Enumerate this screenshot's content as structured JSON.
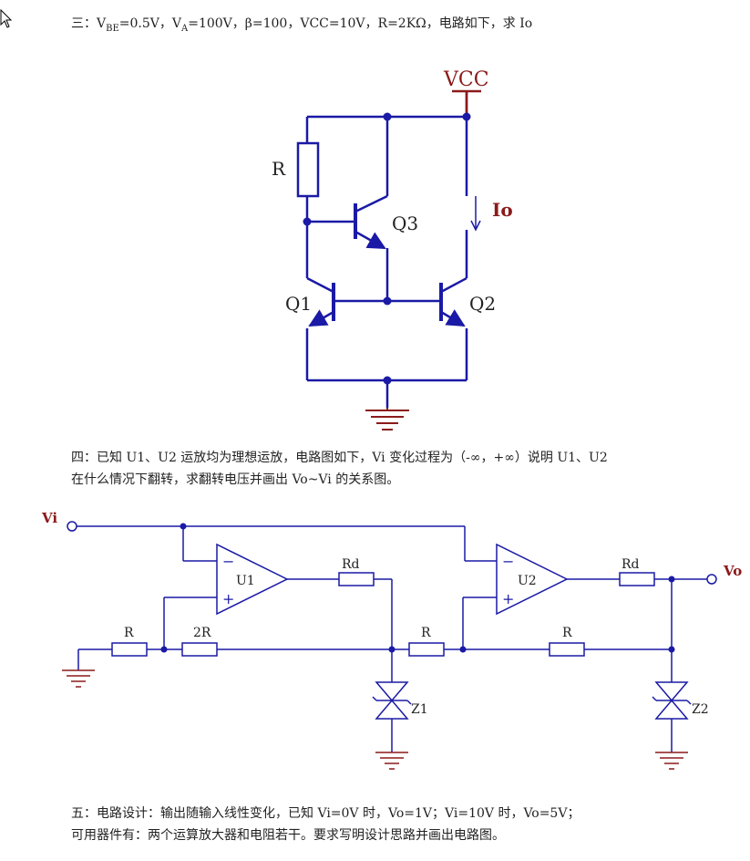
{
  "q3": {
    "prefix": "三：V",
    "vbe_sub": "BE",
    "vbe_rest": "=0.5V，V",
    "va_sub": "A",
    "rest": "=100V，β=100，VCC=10V，R=2KΩ，电路如下，求 Io"
  },
  "circuit1": {
    "vcc": "VCC",
    "r": "R",
    "q1": "Q1",
    "q2": "Q2",
    "q3": "Q3",
    "io": "Io"
  },
  "q4": {
    "line1": "四：已知 U1、U2 运放均为理想运放，电路图如下，Vi 变化过程为（-∞，+∞）说明 U1、U2",
    "line2": "在什么情况下翻转，求翻转电压并画出 Vo~Vi 的关系图。"
  },
  "circuit2": {
    "vi": "Vi",
    "vo": "Vo",
    "u1": "U1",
    "u2": "U2",
    "rd1": "Rd",
    "rd2": "Rd",
    "r1": "R",
    "r2": "2R",
    "r3": "R",
    "r4": "R",
    "z1": "Z1",
    "z2": "Z2",
    "minus": "−",
    "plus": "+"
  },
  "q5": {
    "line1": "五：电路设计：输出随输入线性变化，已知 Vi=0V 时，Vo=1V；Vi=10V 时，Vo=5V；",
    "line2": "可用器件有：两个运算放大器和电阻若干。要求写明设计思路并画出电路图。"
  },
  "colors": {
    "wire": "#1a1aa6",
    "power": "#8b1a1a",
    "text": "#222222"
  }
}
